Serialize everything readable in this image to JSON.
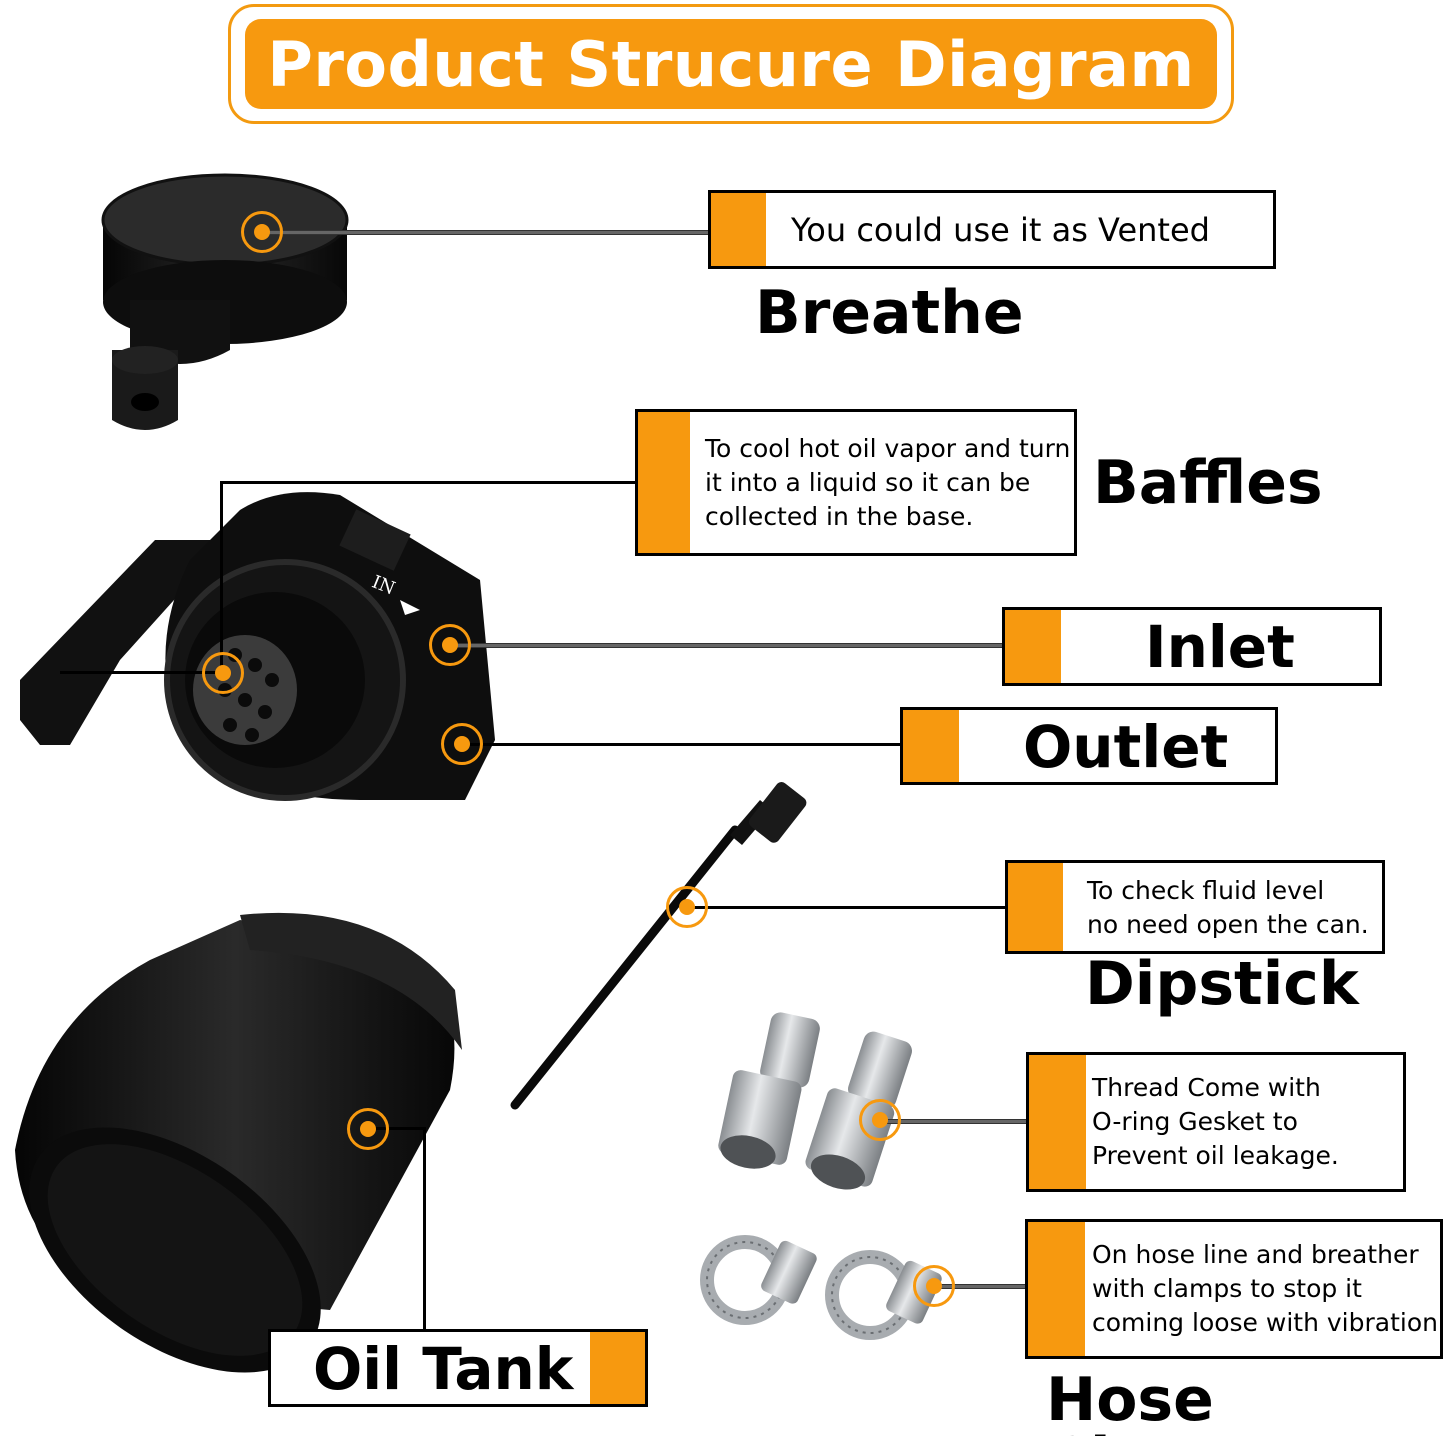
{
  "title": "Product Strucure Diagram",
  "parts": {
    "breathe": {
      "name": "Breathe",
      "desc": "You could use it as Vented"
    },
    "baffles": {
      "name": "Baffles",
      "desc": [
        "To cool hot oil vapor and turn",
        "it into a liquid so it can be",
        "collected in the base."
      ]
    },
    "inlet": {
      "name": "Inlet"
    },
    "outlet": {
      "name": "Outlet"
    },
    "dipstick": {
      "name": "Dipstick",
      "desc": [
        "To check fluid level",
        "no need open the can."
      ]
    },
    "oil_tank": {
      "name": "Oil Tank"
    },
    "fitting": {
      "desc": [
        "Thread Come with",
        "O-ring Gesket to",
        "Prevent oil leakage."
      ]
    },
    "hose_clamp": {
      "name": "Hose Clamp",
      "desc": [
        "On hose line and breather",
        "with clamps to stop it",
        "coming loose with vibration"
      ]
    }
  },
  "component_markings": {
    "baffle_in": "IN"
  },
  "colors": {
    "accent": "#f7990f",
    "outline": "#000000",
    "metal": "#b8bcc0"
  }
}
